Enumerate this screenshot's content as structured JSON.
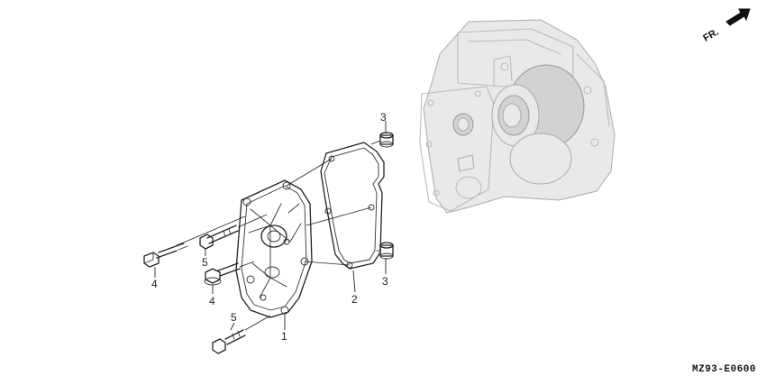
{
  "direction_label": "FR.",
  "diagram_code": "MZ93-E0600",
  "callouts": {
    "c1": "1",
    "c2": "2",
    "c3_top": "3",
    "c3_right": "3",
    "c4_left": "4",
    "c4_mid": "4",
    "c5_mid": "5",
    "c5_bottom": "5"
  },
  "colors": {
    "ink": "#222222",
    "ghost": "#aaaaaa",
    "background": "#ffffff"
  }
}
